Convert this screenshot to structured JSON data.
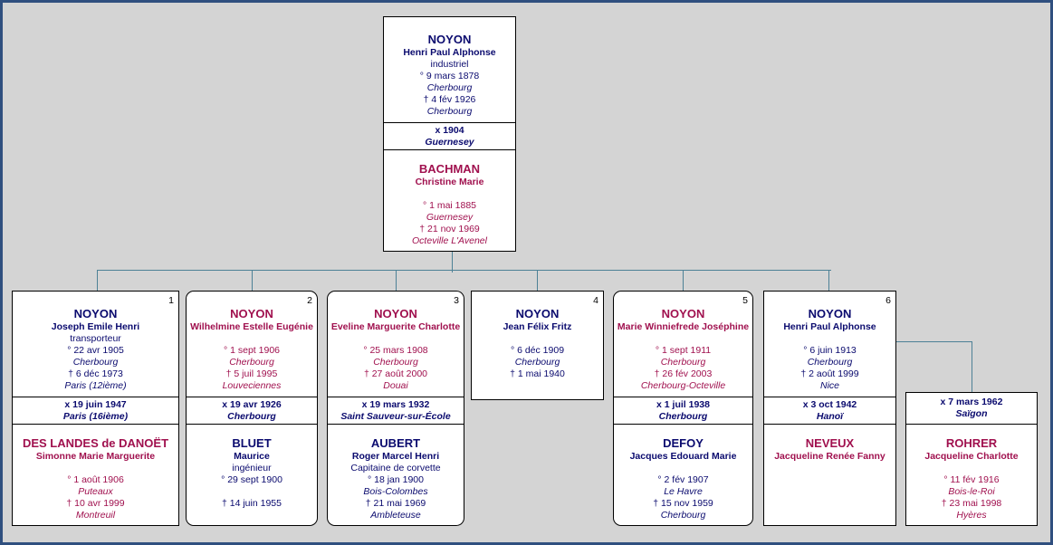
{
  "root": {
    "father": {
      "surname": "NOYON",
      "given": "Henri Paul Alphonse",
      "occupation": "industriel",
      "birth": "° 9 mars 1878",
      "birth_place": "Cherbourg",
      "death": "† 4 fév 1926",
      "death_place": "Cherbourg"
    },
    "marriage": {
      "date": "x 1904",
      "place": "Guernesey"
    },
    "mother": {
      "surname": "BACHMAN",
      "given": "Christine Marie",
      "birth": "° 1 mai 1885",
      "birth_place": "Guernesey",
      "death": "† 21 nov 1969",
      "death_place": "Octeville L'Avenel"
    }
  },
  "children": [
    {
      "number": "1",
      "surname": "NOYON",
      "given": "Joseph Emile Henri",
      "occupation": "transporteur",
      "birth": "° 22 avr 1905",
      "birth_place": "Cherbourg",
      "death": "† 6 déc 1973",
      "death_place": "Paris (12ième)",
      "marriage": {
        "date": "x 19 juin 1947",
        "place": "Paris (16ième)"
      },
      "spouse": {
        "surname": "DES LANDES de DANOËT",
        "given": "Simonne Marie Marguerite",
        "birth": "° 1 août 1906",
        "birth_place": "Puteaux",
        "death": "† 10 avr 1999",
        "death_place": "Montreuil"
      }
    },
    {
      "number": "2",
      "surname": "NOYON",
      "given": "Wilhelmine Estelle Eugénie",
      "birth": "° 1 sept 1906",
      "birth_place": "Cherbourg",
      "death": "† 5 juil 1995",
      "death_place": "Louveciennes",
      "marriage": {
        "date": "x 19 avr 1926",
        "place": "Cherbourg"
      },
      "spouse": {
        "surname": "BLUET",
        "given": "Maurice",
        "occupation": "ingénieur",
        "birth": "° 29 sept 1900",
        "death": "† 14 juin 1955"
      }
    },
    {
      "number": "3",
      "surname": "NOYON",
      "given": "Eveline Marguerite Charlotte",
      "birth": "° 25 mars 1908",
      "birth_place": "Cherbourg",
      "death": "† 27 août 2000",
      "death_place": "Douai",
      "marriage": {
        "date": "x 19 mars 1932",
        "place": "Saint Sauveur-sur-École"
      },
      "spouse": {
        "surname": "AUBERT",
        "given": "Roger Marcel Henri",
        "occupation": "Capitaine de corvette",
        "birth": "° 18 jan 1900",
        "birth_place": "Bois-Colombes",
        "death": "† 21 mai 1969",
        "death_place": "Ambleteuse"
      }
    },
    {
      "number": "4",
      "surname": "NOYON",
      "given": "Jean Félix Fritz",
      "birth": "° 6 déc 1909",
      "birth_place": "Cherbourg",
      "death": "† 1 mai 1940"
    },
    {
      "number": "5",
      "surname": "NOYON",
      "given": "Marie Winniefrede Joséphine",
      "birth": "° 1 sept 1911",
      "birth_place": "Cherbourg",
      "death": "† 26 fév 2003",
      "death_place": "Cherbourg-Octeville",
      "marriage": {
        "date": "x 1 juil 1938",
        "place": "Cherbourg"
      },
      "spouse": {
        "surname": "DEFOY",
        "given": "Jacques Edouard Marie",
        "birth": "° 2 fév 1907",
        "birth_place": "Le Havre",
        "death": "† 15 nov 1959",
        "death_place": "Cherbourg"
      }
    },
    {
      "number": "6",
      "surname": "NOYON",
      "given": "Henri Paul Alphonse",
      "birth": "° 6 juin 1913",
      "birth_place": "Cherbourg",
      "death": "† 2 août 1999",
      "death_place": "Nice",
      "marriage": {
        "date": "x 3 oct 1942",
        "place": "Hanoï"
      },
      "spouse": {
        "surname": "NEVEUX",
        "given": "Jacqueline Renée Fanny"
      },
      "marriage2": {
        "date": "x 7 mars 1962",
        "place": "Saïgon"
      },
      "spouse2": {
        "surname": "ROHRER",
        "given": "Jacqueline Charlotte",
        "birth": "° 11 fév 1916",
        "birth_place": "Bois-le-Roi",
        "death": "† 23 mai 1998",
        "death_place": "Hyères"
      }
    }
  ]
}
